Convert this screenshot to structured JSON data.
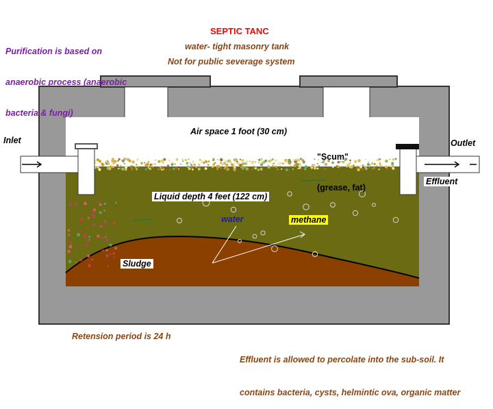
{
  "header": {
    "purification": [
      "Purification is based on",
      "anaerobic process (anaerobic",
      "bacteria & fungi)"
    ],
    "title": "SEPTIC TANC",
    "subtitle": "water- tight masonry tank",
    "note": "Not for public severage system"
  },
  "labels": {
    "inlet": "Inlet",
    "outlet": "Outlet",
    "effluent": "Effluent",
    "air_space": "Air space 1 foot (30 cm)",
    "scum": [
      "\"Scum\"",
      "(grease, fat)"
    ],
    "liquid_depth": "Liquid depth 4 feet (122 cm)",
    "water": "water",
    "methane": "methane",
    "sludge": "Sludge"
  },
  "footer": {
    "retention": "Retension period is 24 h",
    "effluent_note": [
      "Effluent is allowed to percolate into the sub-soil. It",
      "contains bacteria, cysts, helmintic ova, organic matter"
    ]
  },
  "colors": {
    "title": "#ff0000",
    "purple_text": "#7a1fa2",
    "brown_text": "#8b4513",
    "masonry": "#999999",
    "liquid": "#6b6b14",
    "sludge": "#8b4000",
    "methane_highlight": "#ffff00",
    "water_text": "#1e1e9e"
  }
}
